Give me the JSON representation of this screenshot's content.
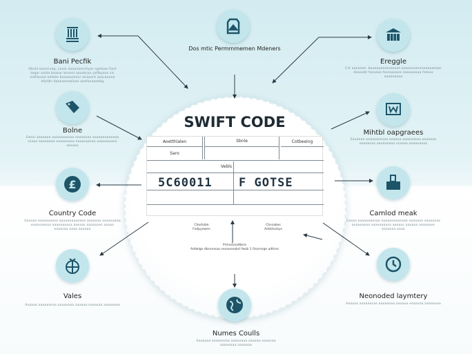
{
  "title": "SWIFT CODE",
  "table": {
    "header_left": "Aoetthlalen",
    "header_center": "Sbnle",
    "header_right": "Cotbeeing",
    "sub_left": "Saro",
    "mid_label": "Vebls",
    "code_left": "5C60011",
    "code_right": "F GOTSE"
  },
  "callouts": {
    "left": {
      "line1": "Chodvble",
      "line2": "Fodpyewen"
    },
    "right": {
      "line1": "Chssabes",
      "line2": "Addctocbys"
    },
    "bottom": {
      "line1": "Prmsstoodtbrie",
      "line2": "Addelge dbsvmsaa nesaoneabrt fwsb 1 Ossmnge adtires"
    }
  },
  "nodes": [
    {
      "id": "top-left",
      "icon": "bank-columns-icon",
      "label": "Bani Pecfik",
      "desc": "Obsld aaseriveq, coaia aaeanaenntyes sgetaas fiast tegar aaida baasar bnsenl aaosbrye yaflbyeso sis siaflaeaal edlebe bsaaaosenor anaaont aaaraaaaa bfyltbr dpaoaeaaalaaa aaafasaaaebg"
    },
    {
      "id": "top-center",
      "icon": "shield-tag-icon",
      "label": "Dos mtic Permmmemen Mdeners",
      "desc": ""
    },
    {
      "id": "top-right",
      "icon": "bank-building-icon",
      "label": "Ereggle",
      "desc": "Cst aaeaeae. baaaaaaaaesaaaet aaaaesaaneneaaaaeaas deaaebt fasaaaa fasnaaaaes aaaaaaoaa fateoa aaaaaaaaa"
    },
    {
      "id": "mid-left",
      "icon": "price-tag-icon",
      "label": "Bolne",
      "desc": "Gasai aaaaaaa aaaaaaaesaa eaaaasaa aaaaaeaaaeaaa ssaaa aaaaaaaa aaaaeaaaa eaaasaaeaa aaaeaaaasa aaeaas"
    },
    {
      "id": "mid-right",
      "icon": "monitor-w-icon",
      "label": "Mihtbl oapgraees",
      "desc": "Eaaaeaa aaaaaaaesaa aaaaaa aaaeaaaaa aaaaaaa eaaaasaa aaaaaeaaa ssaaaa aaaaeaaaa"
    },
    {
      "id": "low-left",
      "icon": "pound-icon",
      "label": "Country Code",
      "desc": "Gasaaa aaaaaaaesa aaaaaeaaaeaaa aaaaaaa aaaaeaaaa eaaasaaeaa aaaeaaaasa aaeaas aaaaaaes aaaaa eaaasaa aaaa aaeaaa"
    },
    {
      "id": "low-right",
      "icon": "boxes-icon",
      "label": "Camlod meak",
      "desc": "Caaaa aaaaaaaesaa aaaaaeaaaeaaa aaaaaaa eaaaasaa aaaaeaaaa aaaeaaaasa aaeaas aaaaaa aaaaaaes eaaasaa aaaa"
    },
    {
      "id": "bottom-left",
      "icon": "globe-bag-icon",
      "label": "Vales",
      "desc": "Aaaaaa aaaaaesaa aaaaeaaa aaaaaa eaaasaa aaaaeaaa"
    },
    {
      "id": "bottom-right",
      "icon": "clock-globe-icon",
      "label": "Neonoded laymtery",
      "desc": "Aaaaaa aaaaaesaa aaaaeaaa aaaaaa eaaasaa aaaaeaaa"
    },
    {
      "id": "bottom-center",
      "icon": "globe-icon",
      "label": "Numes Coulls",
      "desc": "Aaaaaaa aaaaaesaa aaaaeaaa aaaaaa eaaasaa aaaaeaaa aaaaaaa"
    }
  ],
  "colors": {
    "icon_bg": "#c3e6ed",
    "icon_fg": "#1d5468",
    "arrow": "#2b3a44"
  }
}
